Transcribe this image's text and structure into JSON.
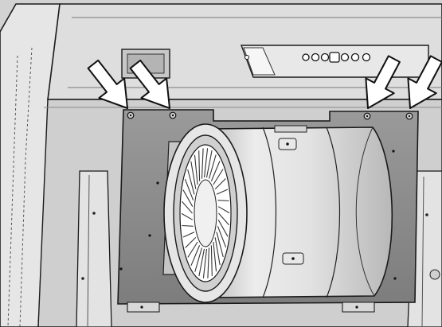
{
  "illustration": {
    "subject": "range-hood-blower-motor-removal",
    "colors": {
      "hood_body": "#d6d6d6",
      "hood_panel": "#e4e4e4",
      "mounting_plate": "#8c8c8c",
      "blower_housing": "#d9d9d9",
      "blower_highlight": "#f4f4f4",
      "outline": "#1a1a1a",
      "arrow_fill": "#ffffff"
    },
    "arrows": [
      {
        "label": "screw-arrow-left-1"
      },
      {
        "label": "screw-arrow-left-2"
      },
      {
        "label": "screw-arrow-right-1"
      },
      {
        "label": "screw-arrow-right-2"
      }
    ],
    "screw_count": 4
  }
}
